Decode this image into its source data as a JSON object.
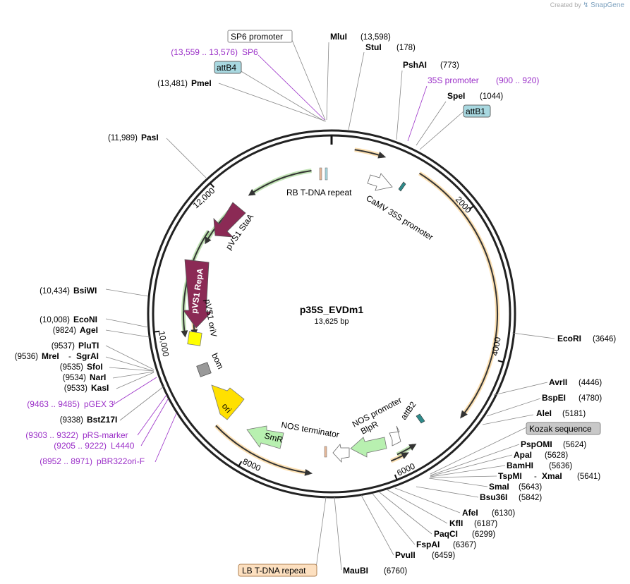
{
  "watermark": {
    "created_by": "Created by",
    "brand": "SnapGene"
  },
  "plasmid": {
    "name": "p35S_EVDm1",
    "length": "13,625 bp"
  },
  "ticks": [
    "2000",
    "4000",
    "6000",
    "8000",
    "10,000",
    "12,000"
  ],
  "features": [
    {
      "name": "RB T-DNA repeat"
    },
    {
      "name": "CaMV 35S promoter"
    },
    {
      "name": "pVS1 StaA"
    },
    {
      "name": "pVS1 RepA"
    },
    {
      "name": "pVS1 oriV"
    },
    {
      "name": "bom"
    },
    {
      "name": "ori"
    },
    {
      "name": "SmR"
    },
    {
      "name": "NOS terminator"
    },
    {
      "name": "NOS promoter"
    },
    {
      "name": "BlpR"
    },
    {
      "name": "attB2"
    }
  ],
  "boxed_labels": [
    {
      "name": "SP6 promoter",
      "style": "plain"
    },
    {
      "name": "attB4",
      "style": "blue"
    },
    {
      "name": "attB1",
      "style": "blue"
    },
    {
      "name": "Kozak sequence",
      "style": "gray"
    },
    {
      "name": "LB T-DNA repeat",
      "style": "orange"
    }
  ],
  "sites": [
    {
      "name": "MluI",
      "pos": "(13,598)"
    },
    {
      "name": "StuI",
      "pos": "(178)"
    },
    {
      "name": "PshAI",
      "pos": "(773)"
    },
    {
      "name": "SpeI",
      "pos": "(1044)"
    },
    {
      "name": "PmeI",
      "pos": "(13,481)"
    },
    {
      "name": "PasI",
      "pos": "(11,989)"
    },
    {
      "name": "BsiWI",
      "pos": "(10,434)"
    },
    {
      "name": "EcoNI",
      "pos": "(10,008)"
    },
    {
      "name": "AgeI",
      "pos": "(9824)"
    },
    {
      "name": "PluTI",
      "pos": "(9537)"
    },
    {
      "name": "MreI",
      "pos": "(9536)"
    },
    {
      "name": "SgrAI",
      "pos": ""
    },
    {
      "name": "SfoI",
      "pos": "(9535)"
    },
    {
      "name": "NarI",
      "pos": "(9534)"
    },
    {
      "name": "KasI",
      "pos": "(9533)"
    },
    {
      "name": "BstZ17I",
      "pos": "(9338)"
    },
    {
      "name": "EcoRI",
      "pos": "(3646)"
    },
    {
      "name": "AvrII",
      "pos": "(4446)"
    },
    {
      "name": "BspEI",
      "pos": "(4780)"
    },
    {
      "name": "AleI",
      "pos": "(5181)"
    },
    {
      "name": "PspOMI",
      "pos": "(5624)"
    },
    {
      "name": "ApaI",
      "pos": "(5628)"
    },
    {
      "name": "BamHI",
      "pos": "(5636)"
    },
    {
      "name": "TspMI",
      "pos": ""
    },
    {
      "name": "XmaI",
      "pos": "(5641)"
    },
    {
      "name": "SmaI",
      "pos": "(5643)"
    },
    {
      "name": "Bsu36I",
      "pos": "(5842)"
    },
    {
      "name": "AfeI",
      "pos": "(6130)"
    },
    {
      "name": "KflI",
      "pos": "(6187)"
    },
    {
      "name": "PaqCI",
      "pos": "(6299)"
    },
    {
      "name": "FspAI",
      "pos": "(6367)"
    },
    {
      "name": "PvuII",
      "pos": "(6459)"
    },
    {
      "name": "MauBI",
      "pos": "(6760)"
    }
  ],
  "primers": [
    {
      "range": "(13,559 .. 13,576)",
      "name": "SP6"
    },
    {
      "range": "(900 .. 920)",
      "name": "35S promoter"
    },
    {
      "range": "(9463 .. 9485)",
      "name": "pGEX 3'"
    },
    {
      "range": "(9303 .. 9322)",
      "name": "pRS-marker"
    },
    {
      "range": "(9205 .. 9222)",
      "name": "L4440"
    },
    {
      "range": "(8952 .. 8971)",
      "name": "pBR322ori-F"
    }
  ],
  "colors": {
    "orange": "#f5a623",
    "green": "#4caf2a",
    "maroon": "#8b2a55",
    "light_green": "#b8f0b0",
    "yellow": "#ffff00",
    "primer": "#9b30c8",
    "blue_box": "#a8d8e0",
    "orange_box": "#fde0c0",
    "gray_box": "#c8c8c8"
  }
}
